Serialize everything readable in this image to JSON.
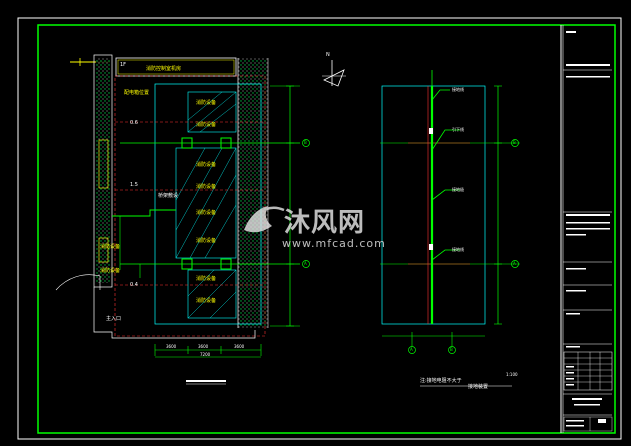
{
  "left_plan": {
    "floor_tag": "1F",
    "top_room_label": "消防控制室机房",
    "wall_label": "配电箱位置",
    "level_marks": [
      "0.6",
      "1.5",
      "0.4"
    ],
    "bottom_entry": "主入口",
    "note_left": "桥架敷设",
    "room_labels": [
      "消防设备",
      "消防设备",
      "消防设备",
      "消防设备",
      "消防设备",
      "消防设备",
      "消防设备",
      "消防设备",
      "消防设备",
      "消防设备"
    ],
    "axis_marks": [
      "B",
      "A"
    ],
    "dims": [
      "3600",
      "3600",
      "3600",
      "7200"
    ],
    "title": ""
  },
  "right_plan": {
    "axis_marks": [
      "B",
      "A"
    ],
    "bottom_axis": [
      "A",
      "B"
    ],
    "notes": [
      "接地线",
      "引下线",
      "接地极",
      "接地线"
    ],
    "title_text": "注:接地电阻不大于",
    "title_sub": "接地装置",
    "title_code": "1:100"
  },
  "compass": {
    "label": "N"
  },
  "title_block": {
    "rows": [
      "",
      "",
      "",
      "",
      "",
      ""
    ]
  },
  "watermark": {
    "brand_cn": "沐风网",
    "brand_en": "www.mfcad.com"
  }
}
